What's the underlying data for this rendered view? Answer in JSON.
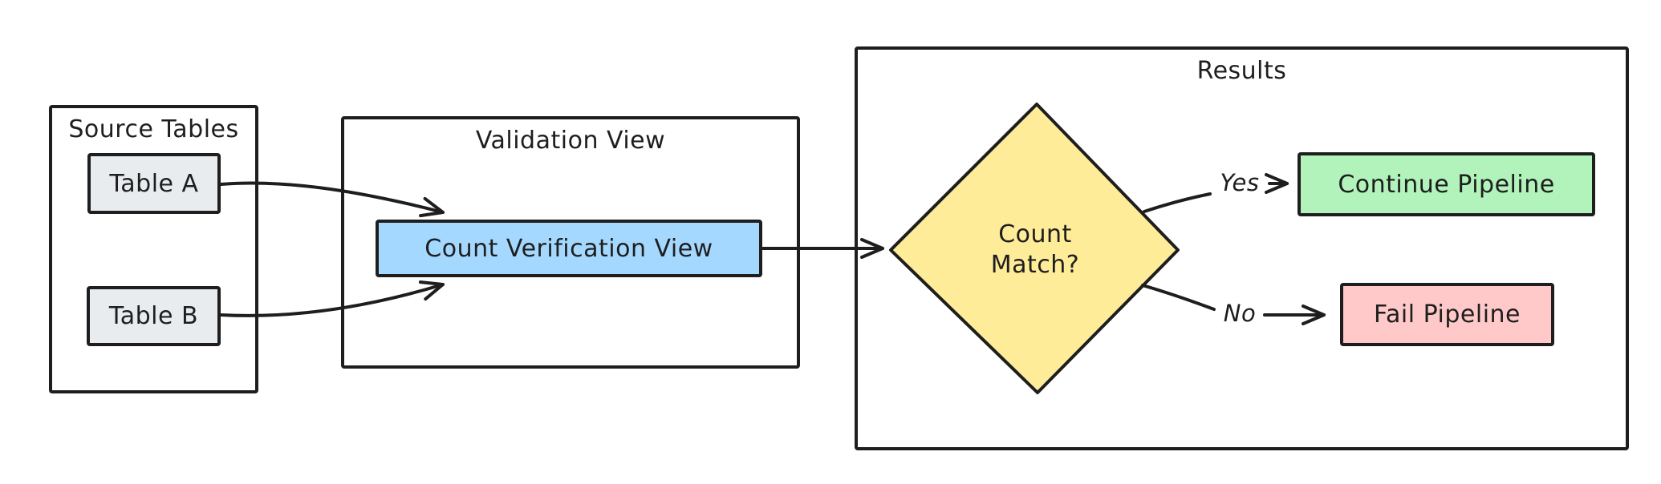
{
  "diagram": {
    "type": "flowchart",
    "colors": {
      "stroke": "#1e1e1e",
      "canvas_bg": "#ffffff",
      "gray_fill": "#e9ecef",
      "blue_fill": "#a5d8ff",
      "yellow_fill": "#ffec99",
      "green_fill": "#b2f2bb",
      "red_fill": "#ffc9c9"
    },
    "source_tables": {
      "title": "Source Tables",
      "nodes": [
        {
          "label": "Table A",
          "fill": "#e9ecef"
        },
        {
          "label": "Table B",
          "fill": "#e9ecef"
        }
      ]
    },
    "validation_view": {
      "title": "Validation View",
      "node": {
        "label": "Count Verification View",
        "fill": "#a5d8ff"
      }
    },
    "results": {
      "title": "Results",
      "decision": {
        "line1": "Count",
        "line2": "Match?",
        "fill": "#ffec99"
      },
      "continue_node": {
        "label": "Continue Pipeline",
        "fill": "#b2f2bb"
      },
      "fail_node": {
        "label": "Fail Pipeline",
        "fill": "#ffc9c9"
      }
    },
    "edges": [
      {
        "from": "Table A",
        "to": "Count Verification View",
        "label": ""
      },
      {
        "from": "Table B",
        "to": "Count Verification View",
        "label": ""
      },
      {
        "from": "Count Verification View",
        "to": "Count Match?",
        "label": ""
      },
      {
        "from": "Count Match?",
        "to": "Continue Pipeline",
        "label": "Yes"
      },
      {
        "from": "Count Match?",
        "to": "Fail Pipeline",
        "label": "No"
      }
    ]
  }
}
